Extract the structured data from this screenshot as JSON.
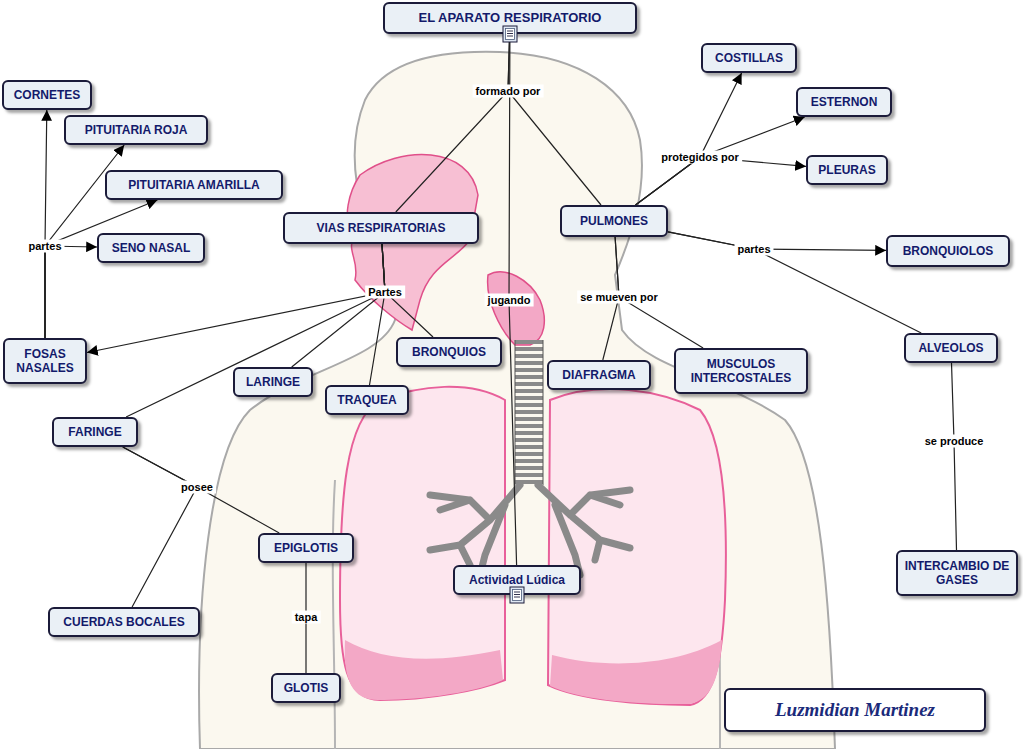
{
  "diagram": {
    "nodes": [
      {
        "text": [
          "EL APARATO RESPIRATORIO"
        ]
      },
      {
        "text": [
          "CORNETES"
        ]
      },
      {
        "text": [
          "COSTILLAS"
        ]
      },
      {
        "text": [
          "PITUITARIA ROJA"
        ]
      },
      {
        "text": [
          "ESTERNON"
        ]
      },
      {
        "text": [
          "PITUITARIA AMARILLA"
        ]
      },
      {
        "text": [
          "PLEURAS"
        ]
      },
      {
        "text": [
          "VIAS RESPIRATORIAS"
        ]
      },
      {
        "text": [
          "PULMONES"
        ]
      },
      {
        "text": [
          "SENO NASAL"
        ]
      },
      {
        "text": [
          "BRONQUIOLOS"
        ]
      },
      {
        "text": [
          "FOSAS NASALES"
        ]
      },
      {
        "text": [
          "BRONQUIOS"
        ]
      },
      {
        "text": [
          "LARINGE"
        ]
      },
      {
        "text": [
          "DIAFRAGMA"
        ]
      },
      {
        "text": [
          "MUSCULOS INTERCOSTALES"
        ]
      },
      {
        "text": [
          "TRAQUEA"
        ]
      },
      {
        "text": [
          "ALVEOLOS"
        ]
      },
      {
        "text": [
          "FARINGE"
        ]
      },
      {
        "text": [
          "EPIGLOTIS"
        ]
      },
      {
        "text": [
          "Actividad Lúdica"
        ]
      },
      {
        "text": [
          "INTERCAMBIO DE GASES"
        ]
      },
      {
        "text": [
          "CUERDAS BOCALES"
        ]
      },
      {
        "text": [
          "GLOTIS"
        ]
      },
      {
        "text": [
          "Luzmidian Martinez"
        ]
      }
    ],
    "edges": [
      {
        "from": 0,
        "to": 7,
        "arrow": "none",
        "label": "formado por"
      },
      {
        "from": 0,
        "to": 8,
        "arrow": "none"
      },
      {
        "from": 7,
        "to": 11,
        "arrow": "to",
        "label": "Partes"
      },
      {
        "from": 7,
        "to": 13,
        "arrow": "none"
      },
      {
        "from": 7,
        "to": 16,
        "arrow": "none"
      },
      {
        "from": 7,
        "to": 12,
        "arrow": "none"
      },
      {
        "from": 7,
        "to": 18,
        "arrow": "none"
      },
      {
        "from": 11,
        "to": 1,
        "arrow": "to",
        "label": "partes"
      },
      {
        "from": 11,
        "to": 3,
        "arrow": "to"
      },
      {
        "from": 11,
        "to": 5,
        "arrow": "to"
      },
      {
        "from": 11,
        "to": 9,
        "arrow": "to"
      },
      {
        "from": 8,
        "to": 2,
        "arrow": "to",
        "label": "protegidos por"
      },
      {
        "from": 8,
        "to": 4,
        "arrow": "to"
      },
      {
        "from": 8,
        "to": 6,
        "arrow": "to"
      },
      {
        "from": 8,
        "to": 10,
        "arrow": "to",
        "label": "partes"
      },
      {
        "from": 8,
        "to": 17,
        "arrow": "none"
      },
      {
        "from": 8,
        "to": 14,
        "arrow": "none",
        "label": "se mueven por"
      },
      {
        "from": 8,
        "to": 15,
        "arrow": "none"
      },
      {
        "from": 0,
        "to": 20,
        "arrow": "none",
        "label": "jugando"
      },
      {
        "from": 18,
        "to": 19,
        "arrow": "none",
        "label": "posee"
      },
      {
        "from": 18,
        "to": 22,
        "arrow": "none"
      },
      {
        "from": 19,
        "to": 23,
        "arrow": "none",
        "label": "tapa"
      },
      {
        "from": 17,
        "to": 21,
        "arrow": "none",
        "label": "se produce"
      }
    ]
  }
}
